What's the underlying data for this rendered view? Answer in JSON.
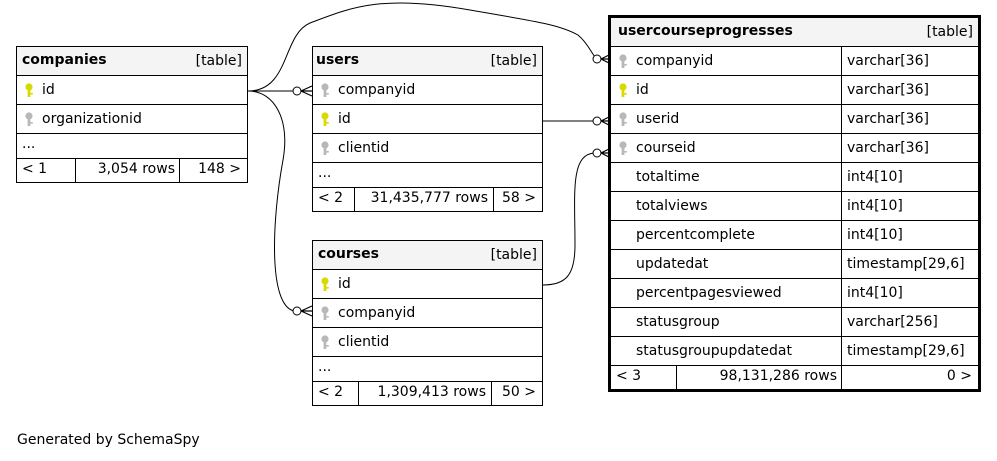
{
  "key_colors": {
    "primary_key": "#d9d900",
    "foreign_key": "#b8b8b8"
  },
  "tables": {
    "companies": {
      "name": "companies",
      "kind": "[table]",
      "columns": [
        "id",
        "organizationid"
      ],
      "ellipsis": "...",
      "footer": {
        "left": "< 1",
        "rows": "3,054 rows",
        "right": "148 >"
      }
    },
    "users": {
      "name": "users",
      "kind": "[table]",
      "columns": [
        "companyid",
        "id",
        "clientid"
      ],
      "ellipsis": "...",
      "footer": {
        "left": "< 2",
        "rows": "31,435,777 rows",
        "right": "58 >"
      }
    },
    "courses": {
      "name": "courses",
      "kind": "[table]",
      "columns": [
        "id",
        "companyid",
        "clientid"
      ],
      "ellipsis": "...",
      "footer": {
        "left": "< 2",
        "rows": "1,309,413 rows",
        "right": "50 >"
      }
    },
    "usercourseprogresses": {
      "name": "usercourseprogresses",
      "kind": "[table]",
      "columns": [
        {
          "name": "companyid",
          "type": "varchar[36]"
        },
        {
          "name": "id",
          "type": "varchar[36]"
        },
        {
          "name": "userid",
          "type": "varchar[36]"
        },
        {
          "name": "courseid",
          "type": "varchar[36]"
        },
        {
          "name": "totaltime",
          "type": "int4[10]"
        },
        {
          "name": "totalviews",
          "type": "int4[10]"
        },
        {
          "name": "percentcomplete",
          "type": "int4[10]"
        },
        {
          "name": "updatedat",
          "type": "timestamp[29,6]"
        },
        {
          "name": "percentpagesviewed",
          "type": "int4[10]"
        },
        {
          "name": "statusgroup",
          "type": "varchar[256]"
        },
        {
          "name": "statusgroupupdatedat",
          "type": "timestamp[29,6]"
        }
      ],
      "footer": {
        "left": "< 3",
        "rows": "98,131,286 rows",
        "right": "0 >"
      }
    }
  },
  "footer_text": "Generated by SchemaSpy"
}
